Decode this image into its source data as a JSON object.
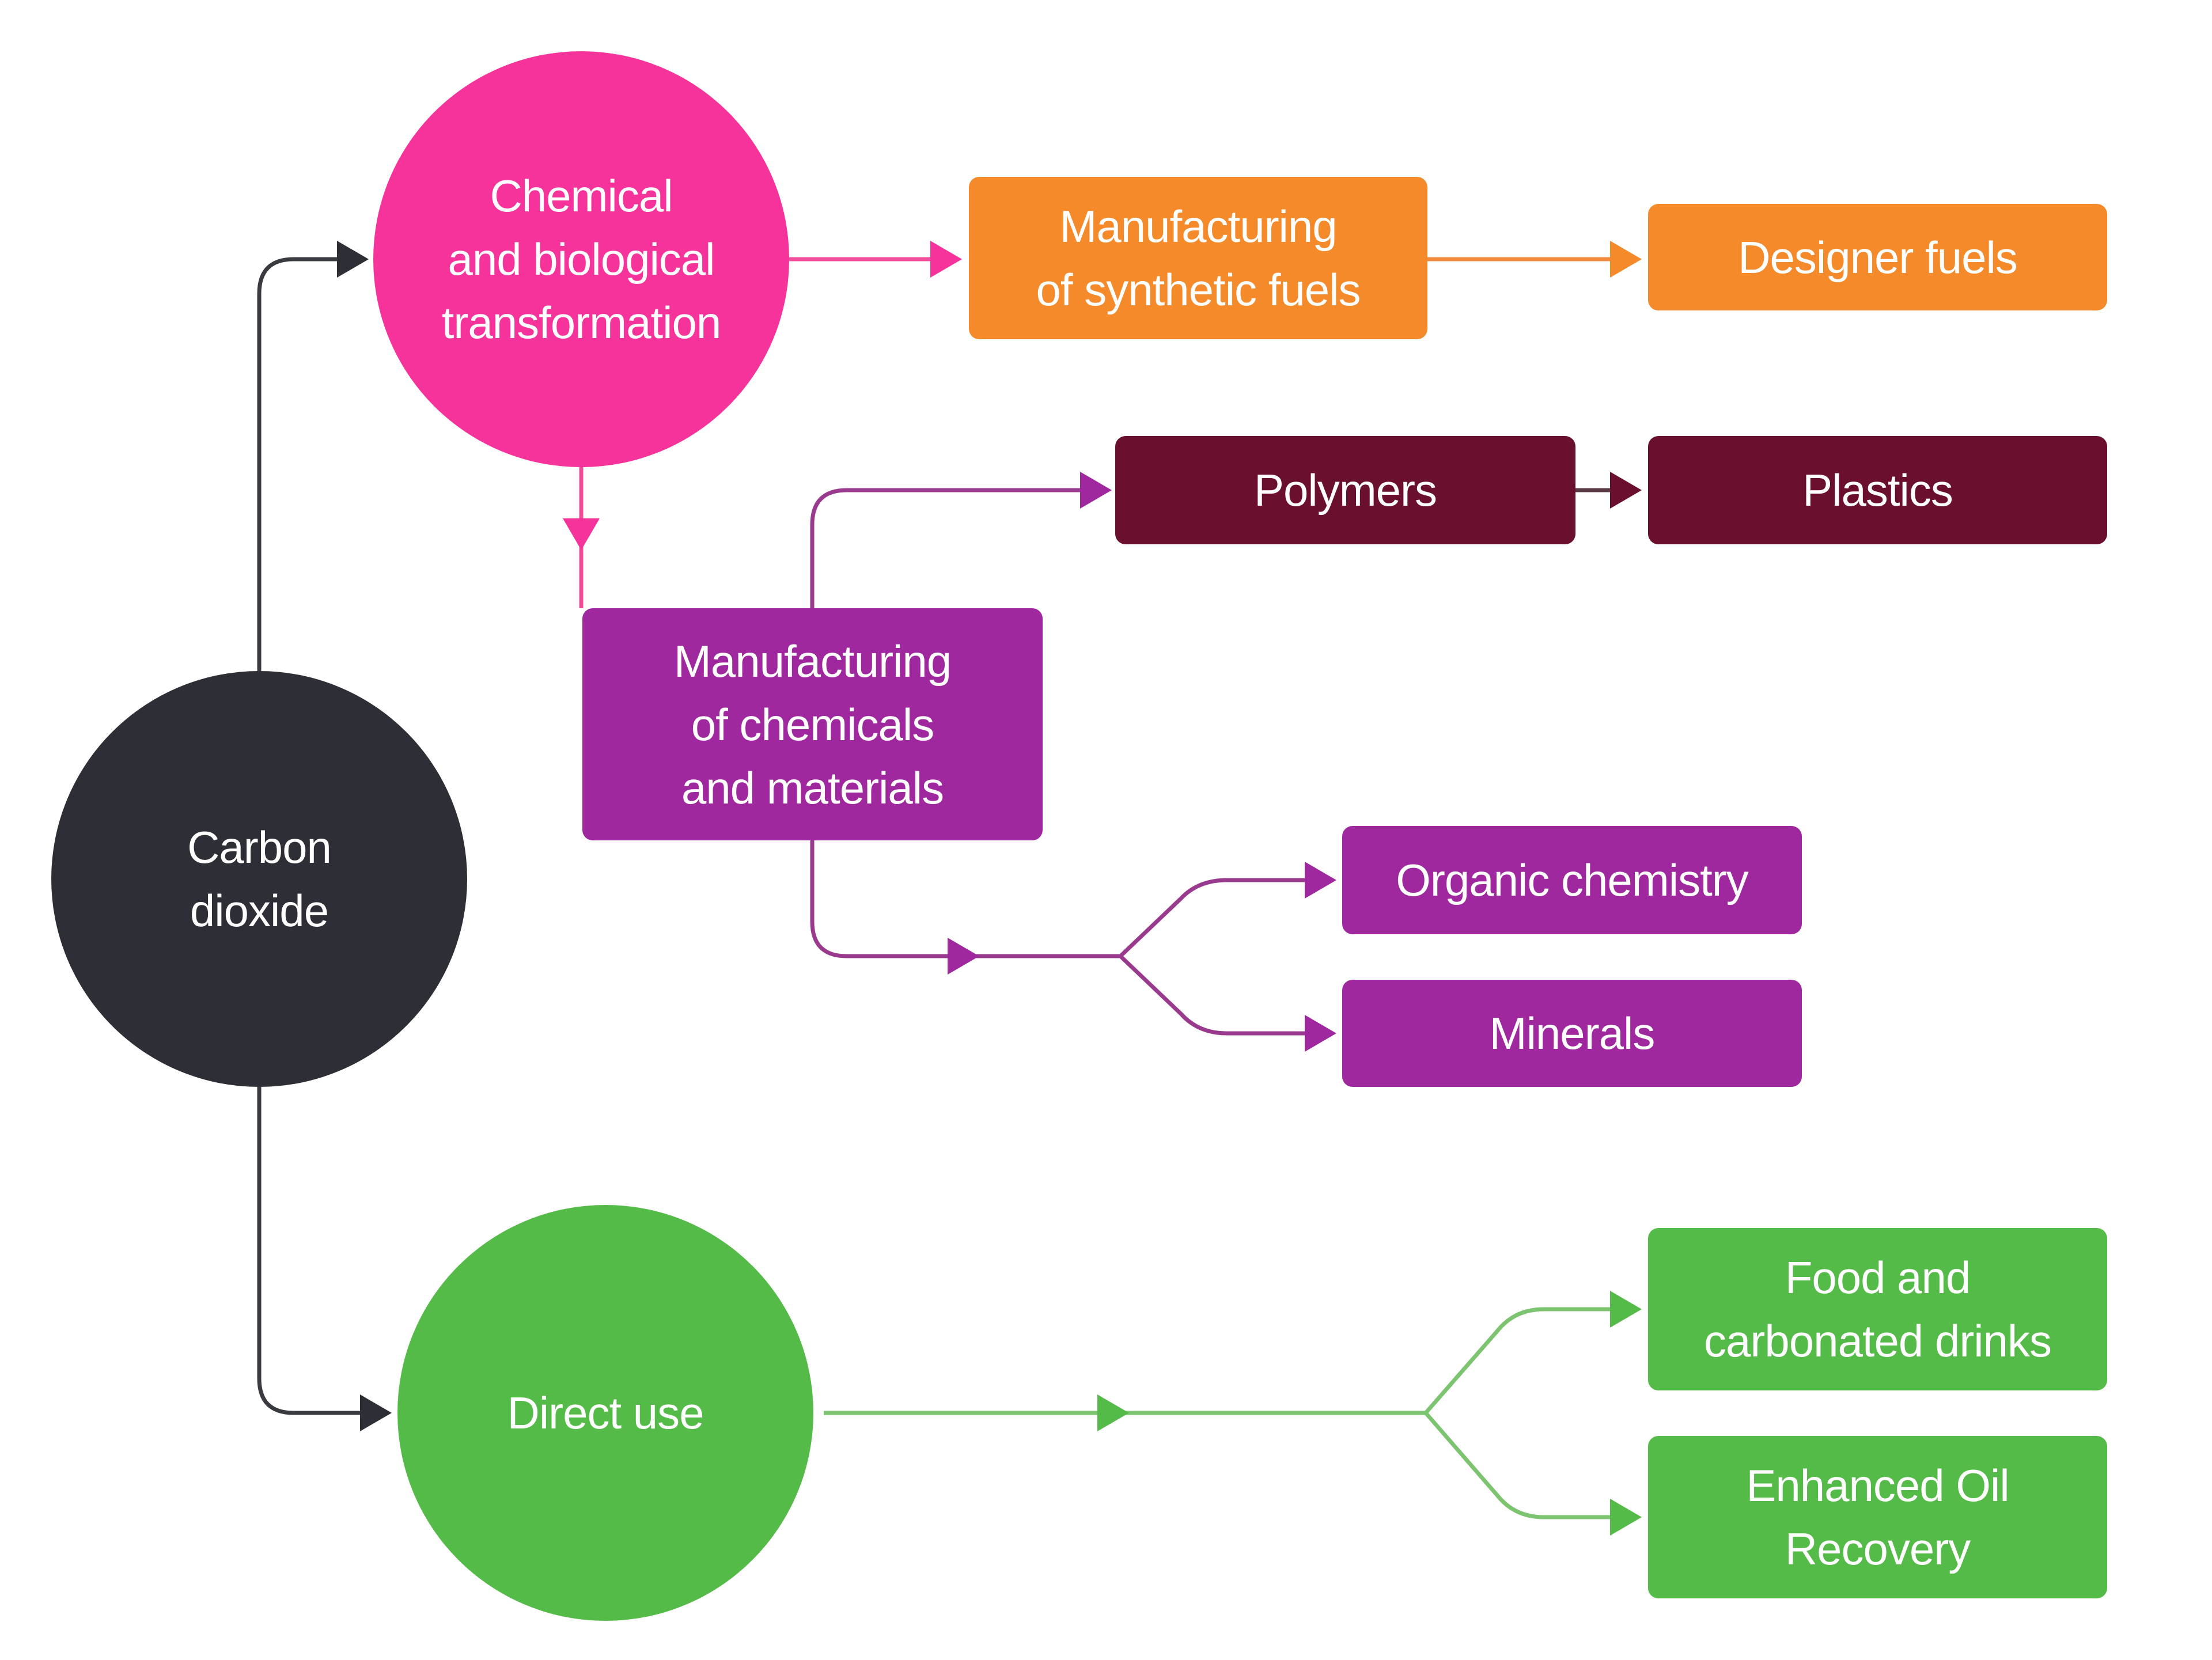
{
  "colors": {
    "dark": "#2E2F36",
    "pink": "#F5339A",
    "orange": "#F58A2A",
    "maroon": "#6B0F2E",
    "purple": "#A0289F",
    "green": "#55BB48",
    "connector_dark": "#3A3B40",
    "connector_pink": "#F04C9A",
    "connector_orange": "#F08A3A",
    "connector_purple": "#9A3A8E",
    "connector_green": "#7CC46F"
  },
  "nodes": {
    "carbon_dioxide": "Carbon\ndioxide",
    "chemical_biological": "Chemical\nand biological\ntransformation",
    "direct_use": "Direct use",
    "synthetic_fuels": "Manufacturing\nof synthetic fuels",
    "designer_fuels": "Designer fuels",
    "polymers": "Polymers",
    "plastics": "Plastics",
    "chemicals_materials": "Manufacturing\nof chemicals\nand materials",
    "organic_chemistry": "Organic chemistry",
    "minerals": "Minerals",
    "food_drinks": "Food and\ncarbonated drinks",
    "enhanced_oil_recovery": "Enhanced Oil\nRecovery"
  },
  "edges": [
    {
      "from": "carbon_dioxide",
      "to": "chemical_biological"
    },
    {
      "from": "carbon_dioxide",
      "to": "direct_use"
    },
    {
      "from": "chemical_biological",
      "to": "synthetic_fuels"
    },
    {
      "from": "synthetic_fuels",
      "to": "designer_fuels"
    },
    {
      "from": "chemical_biological",
      "to": "chemicals_materials"
    },
    {
      "from": "chemicals_materials",
      "to": "polymers"
    },
    {
      "from": "polymers",
      "to": "plastics"
    },
    {
      "from": "chemicals_materials",
      "to": "organic_chemistry"
    },
    {
      "from": "chemicals_materials",
      "to": "minerals"
    },
    {
      "from": "direct_use",
      "to": "food_drinks"
    },
    {
      "from": "direct_use",
      "to": "enhanced_oil_recovery"
    }
  ]
}
